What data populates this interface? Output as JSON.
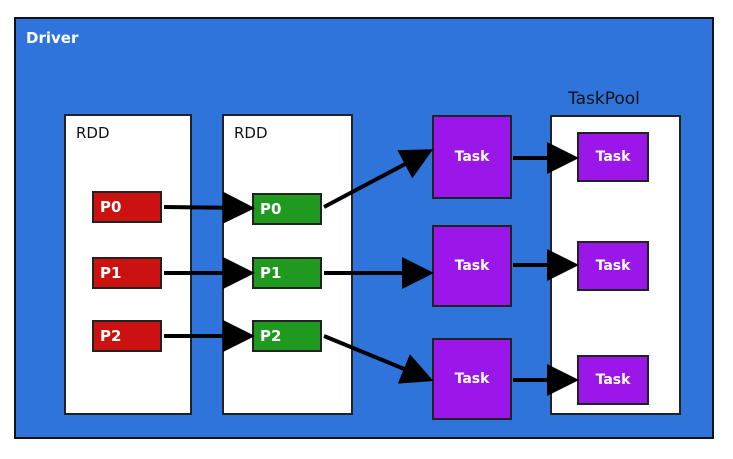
{
  "driver": {
    "label": "Driver"
  },
  "rdd1": {
    "label": "RDD",
    "partitions": [
      "P0",
      "P1",
      "P2"
    ]
  },
  "rdd2": {
    "label": "RDD",
    "partitions": [
      "P0",
      "P1",
      "P2"
    ]
  },
  "tasks": [
    "Task",
    "Task",
    "Task"
  ],
  "taskpool": {
    "label": "TaskPool",
    "tasks": [
      "Task",
      "Task",
      "Task"
    ]
  },
  "colors": {
    "driver_bg": "#2f74db",
    "partition_red": "#cc1111",
    "partition_green": "#1f9a1f",
    "task_purple": "#9b16e8"
  }
}
